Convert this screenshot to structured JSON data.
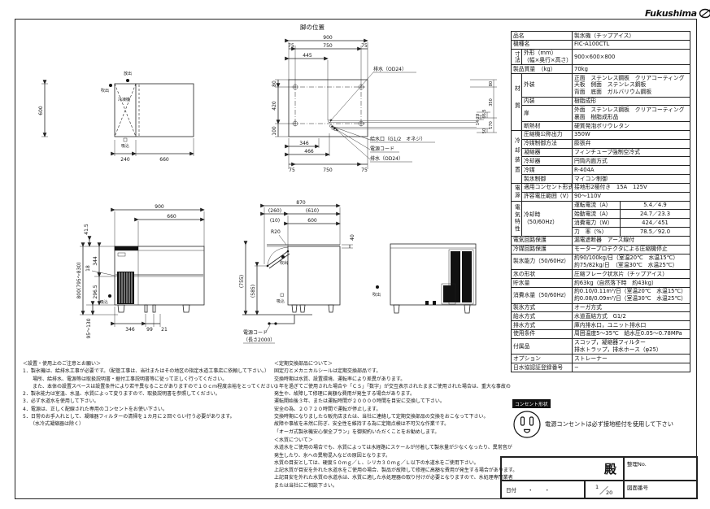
{
  "logo": {
    "brand": "Fukushima"
  },
  "views": {
    "top": {
      "lbl_hoshutsu": "放出",
      "lbl_fukidashi": "吹出",
      "lbl_suikomi": "吸込",
      "lbl_reitouki": "冷凍機",
      "d240": "240",
      "d660": "660",
      "d600": "600"
    },
    "legs": {
      "title": "脚の位置",
      "d900": "900",
      "d75a": "75",
      "d750a": "750",
      "d75b": "75",
      "d445": "445",
      "d80l": "80",
      "d420": "420",
      "d100": "100",
      "d346": "346",
      "d466": "466",
      "d75c": "75",
      "d750b": "750",
      "d75d": "75",
      "d80r": "80",
      "d350": "350",
      "d66": "66.5",
      "d23": "23",
      "d170": "170",
      "d50": "50",
      "d14": "14",
      "lbl_drain_top": "排水（OD24）",
      "lbl_kyusui": "給水口（G1/2　オネジ）",
      "lbl_cord": "電源コード",
      "lbl_drain_bot": "排水（OD24）"
    },
    "front": {
      "d900": "900",
      "d660": "660",
      "d41": "41.5",
      "d344": "344",
      "d18": "18",
      "d296": "296.5",
      "d800": "800(795～830)",
      "d95": "95～130",
      "d346": "346",
      "d99": "99",
      "d21": "21",
      "lbl_suikomi": "吸込"
    },
    "side": {
      "d870": "870",
      "d260": "(260)",
      "d610": "(610)",
      "d10": "(10)",
      "d600": "600",
      "d40": "40",
      "d755": "(755)",
      "d585": "(585)",
      "r20": "R20",
      "lbl_fukidashi": "吹出",
      "lbl_suikomi": "吸込",
      "cord1": "電源コード",
      "cord2": "（長さ2000）"
    },
    "rear": {
      "lbl_fukidashi": "吹出"
    }
  },
  "spec": {
    "sections": {
      "dim": "寸法",
      "material": "材質",
      "cooling": "冷却装置",
      "power": "電源",
      "electric": "電気特性"
    },
    "rows": {
      "hinmei": {
        "l": "品名",
        "v": "製氷機（チップアイス）"
      },
      "kishu": {
        "l": "機種名",
        "v": "FIC-A100CTL"
      },
      "gaikei": {
        "l": "外形（mm）",
        "l2": "（幅×奥行×高さ）",
        "v": "900×600×800"
      },
      "mass": {
        "l": "製品質量　（kg）",
        "v": "70kg"
      },
      "gaiso": {
        "l": "外装",
        "v1": "正面　ステンレス鋼板　クリアコーティング",
        "v2": "天板　側面　ステンレス鋼板",
        "v3": "背面　底面　ガルバリウム鋼板"
      },
      "naiso": {
        "l": "内装",
        "v": "樹脂成形"
      },
      "tobira": {
        "l": "扉",
        "v1": "外面　ステンレス鋼板　クリアコーティング",
        "v2": "裏面　樹脂成形品"
      },
      "dannetsu": {
        "l": "断熱材",
        "v": "硬質発泡ポリウレタン"
      },
      "asshuku": {
        "l": "圧縮機公称出力",
        "v": "350W"
      },
      "reibai_seigyo": {
        "l": "冷媒制御方法",
        "v": "膨張弁"
      },
      "gyoshukuki": {
        "l": "凝縮器",
        "v": "フィンチューブ強制空冷式"
      },
      "reikyakuki": {
        "l": "冷却器",
        "v": "円筒内面方式"
      },
      "reibai": {
        "l": "冷媒",
        "v": "R-404A"
      },
      "seihyo_seigyo": {
        "l": "製氷制御",
        "v": "マイコン制御"
      },
      "concent": {
        "l": "適用コンセント形式",
        "v": "接地形2極付き　15A　125V"
      },
      "voltage": {
        "l": "許容電圧範囲（V）",
        "v": "90～110V"
      },
      "elec": {
        "l1": "冷却時",
        "l2": "（50/60Hz）",
        "r1l": "運転電流（A）",
        "r1v": "5.4／4.9",
        "r2l": "始動電流（A）",
        "r2v": "24.7／23.3",
        "r3l": "消費電力（W）",
        "r3v": "424／451",
        "r4l": "力　率（%）",
        "r4v": "78.5／92.0"
      },
      "e_protect": {
        "l": "電気回路保護",
        "v": "漏電遮断器　アース線付"
      },
      "r_protect": {
        "l": "冷媒回路保護",
        "v": "モータープロテクタによる圧縮機停止"
      },
      "capacity": {
        "l": "製氷能力（50/60Hz）",
        "v1": "約90/100kg/日（室温20℃　水温15℃）",
        "v2": "約75/82kg/日　（室温30℃　水温25℃）"
      },
      "ice_shape": {
        "l": "氷の形状",
        "v": "圧縮フレーク状氷片（チップアイス）"
      },
      "storage": {
        "l": "貯氷量",
        "v": "約63kg（自然落下時　約43kg）"
      },
      "water_use": {
        "l": "消費水量（50/60Hz）",
        "v1": "約0.10/0.11m³/日（室温20℃　水温15℃）",
        "v2": "約0.08/0.09m³/日（室温30℃　水温25℃）"
      },
      "method": {
        "l": "製氷方式",
        "v": "オーガ方式"
      },
      "supply": {
        "l": "給水方式",
        "v": "水道直結方式　G1/2"
      },
      "drain": {
        "l": "排水方式",
        "v": "庫内排水口，ユニット排水口"
      },
      "conditions": {
        "l": "使用条件",
        "v": "周囲温度5～35℃　給水圧0.05～0.78MPa"
      },
      "accessories": {
        "l": "付属品",
        "v1": "スコップ，凝縮器フィルター",
        "v2": "排水トラップ，排水ホース（φ25）"
      },
      "option": {
        "l": "オプション",
        "v": "ストレーナー"
      },
      "jwwa": {
        "l": "日水協認証登録番号",
        "v": "−"
      }
    }
  },
  "notes": {
    "install": {
      "title": "＜設置・使用上のご注意とお願い＞",
      "lines": [
        "1．製氷機は、給排水工事が必要です。（配管工事は、当社またはその地区の指定水道工事店に依頼して下さい。）",
        "　　場所、給排水、電源等は取扱説明書・据付工事説明書等に従って正しく行ってください。",
        "　　また、本体の設置スペースは設置条件により若干異なることがありますので１０ｃｍ程度余裕をとってください。",
        "2．製氷能力は室温、水温、水質によって変りますので、取扱説明書を参照してください。",
        "3．必ず水道水を使用して下さい。",
        "4．電源は、正しく配線された専用のコンセントをお使い下さい。",
        "5．日常のお手入れとして、凝縮器フィルターの清掃を１カ月に２回ぐらい行う必要があります。",
        "　　（水冷式凝縮器は除く）"
      ]
    },
    "parts": {
      "title": "＜定期交換部品について＞",
      "lines": [
        "固定刃とメカニカルシールは定期交換部品です。",
        "交換時期は水質、設置環境、運転率により差異があります。",
        "３年を過ぎてご使用された場合や「ＣＳ」「数字」が交互表示されたままご使用された場合は、重大な事故の",
        "発生や、故障して修理に高額な費用が発生する場合があります。",
        "運転開始後３年、または運転時間が２００００時間を目安に交換して下さい。",
        "安全の為、２０７２０時間で運転が停止します。",
        "交換時期になりましたら販売店または、当社に連絡して定期交換部品の交換をおこなって下さい。",
        "故障や事故を未然に防ぎ、安全性を維持する為に定期点検は不可欠な作業です。",
        "「オーガ式製氷機安心保全プラン」を御契約いただくことをお勧めします。"
      ]
    },
    "water": {
      "title": "＜水質について＞",
      "lines": [
        "水道水をご使用の場合でも、水質によっては水経路にスケールが付着して製氷量が少なくなったり、異常音が",
        "発生したり、氷への異物混入などの原因となります。",
        "水質の目安としては、硬度５０ｍｇ／Ｌ、シリカ３０ｍｇ／Ｌ以下の水道水をご使用下さい。",
        "上記水質が目安を外れた水道水をご使用の場合、製品が故障して修理に高額な費用が発生する場合があります。",
        "上記目安を外れた水質の水道水は、水質に適した水処理器の取り付けが必要となりますので、水処理専門業者",
        "または当社にご相談下さい。"
      ]
    }
  },
  "outlet": {
    "badge": "コンセント形状",
    "text": "電源コンセントは必ず接地極付を使用して下さい"
  },
  "titleblock": {
    "recipient": "殿",
    "control_no": "整理No.",
    "date_label": "日付",
    "dot1": "・",
    "dot2": "・",
    "scale_num": "1",
    "scale_slash": "／",
    "scale_den": "20",
    "drawing_no_label": "図面番号"
  }
}
